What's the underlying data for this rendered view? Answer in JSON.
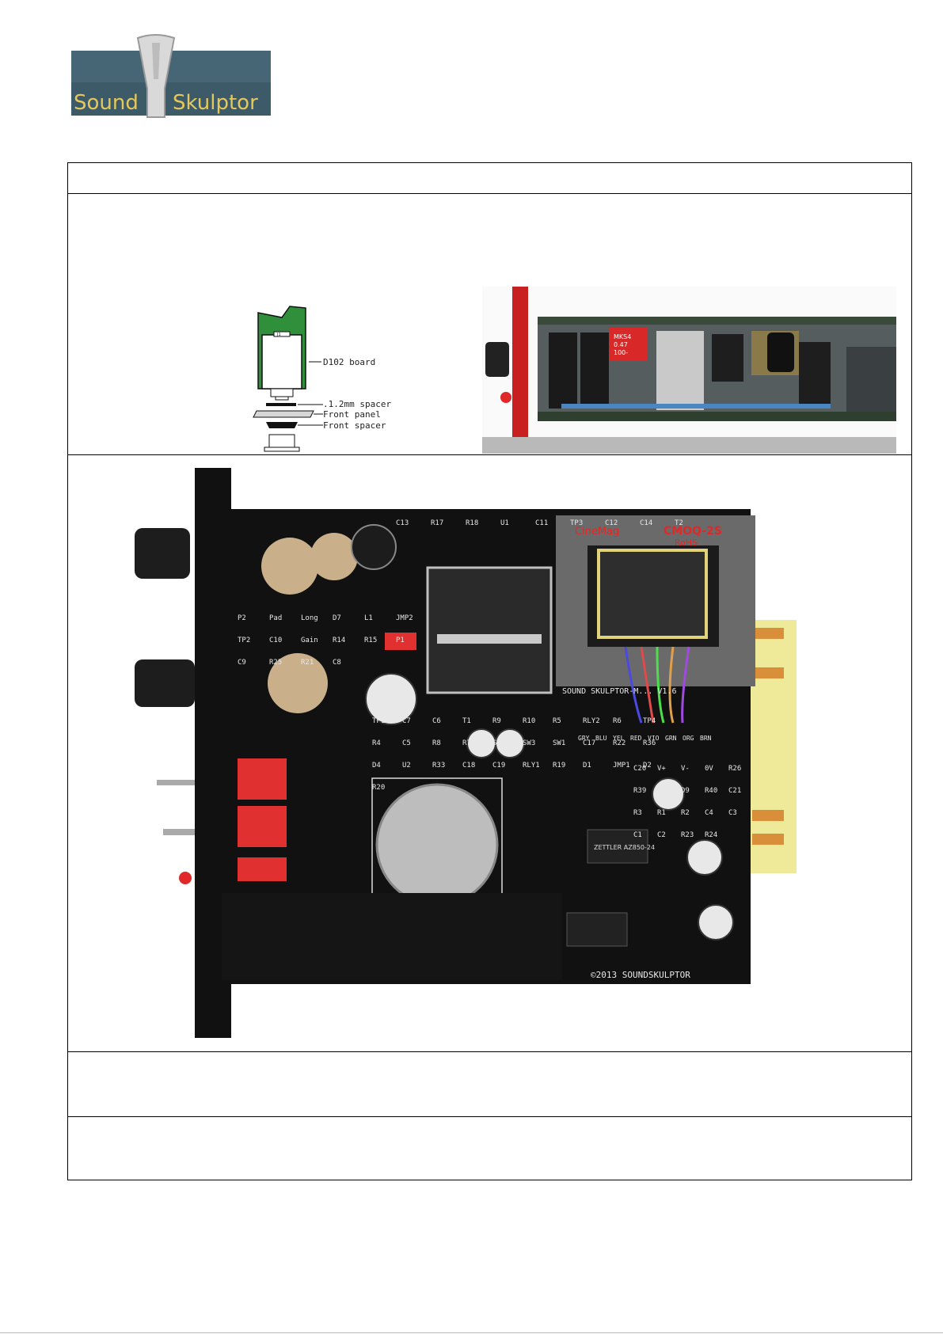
{
  "logo": {
    "word1": "Sound",
    "word2": "Skulptor",
    "colors": {
      "bg": "#3d5a68",
      "text": "#e6c85a"
    }
  },
  "diagram": {
    "labels": [
      "D102 board",
      ".1.2mm spacer",
      "Front panel",
      "Front spacer"
    ],
    "connector": "J1"
  },
  "side_photo": {
    "capacitor_text": [
      "MKS4",
      "0.47",
      "100-"
    ]
  },
  "board_photo": {
    "transformer_brand": "CineMag",
    "transformer_model": "CMOQ-2S",
    "transformer_rohs": "RoHS",
    "silkscreen_version": "SOUND SKULPTOR-M... V1.6",
    "copyright": "©2013 SOUNDSKULPTOR",
    "relay_text": "ZETTLER AZ850-24",
    "labels": {
      "top": [
        "C13",
        "R17",
        "R18",
        "U1",
        "C11",
        "TP3",
        "C12",
        "C14",
        "T2"
      ],
      "left": [
        "P2",
        "Pad",
        "Long",
        "D7",
        "L1",
        "JMP2",
        "TP2",
        "C10",
        "Gain",
        "R14",
        "R15",
        "P1",
        "C9",
        "R25",
        "R21",
        "C8"
      ],
      "middle": [
        "TP1",
        "C7",
        "C6",
        "T1",
        "R9",
        "R10",
        "R5",
        "RLY2",
        "R6",
        "TP4",
        "R4",
        "C5",
        "R8",
        "R7",
        "SW2",
        "SW3",
        "SW1",
        "C17",
        "R22",
        "R36",
        "D4",
        "U2",
        "R33",
        "C18",
        "C19",
        "RLY1",
        "R19",
        "D1",
        "JMP1",
        "D2",
        "R20"
      ],
      "right": [
        "C20",
        "V+",
        "V-",
        "0V",
        "R26",
        "R39",
        "D8",
        "D9",
        "R40",
        "C21",
        "R3",
        "R1",
        "R2",
        "C4",
        "C3",
        "C1",
        "C2",
        "R23",
        "R24"
      ],
      "wires": [
        "GRY",
        "BLU",
        "YEL",
        "RED",
        "VIO",
        "GRN",
        "ORG",
        "BRN"
      ]
    }
  }
}
